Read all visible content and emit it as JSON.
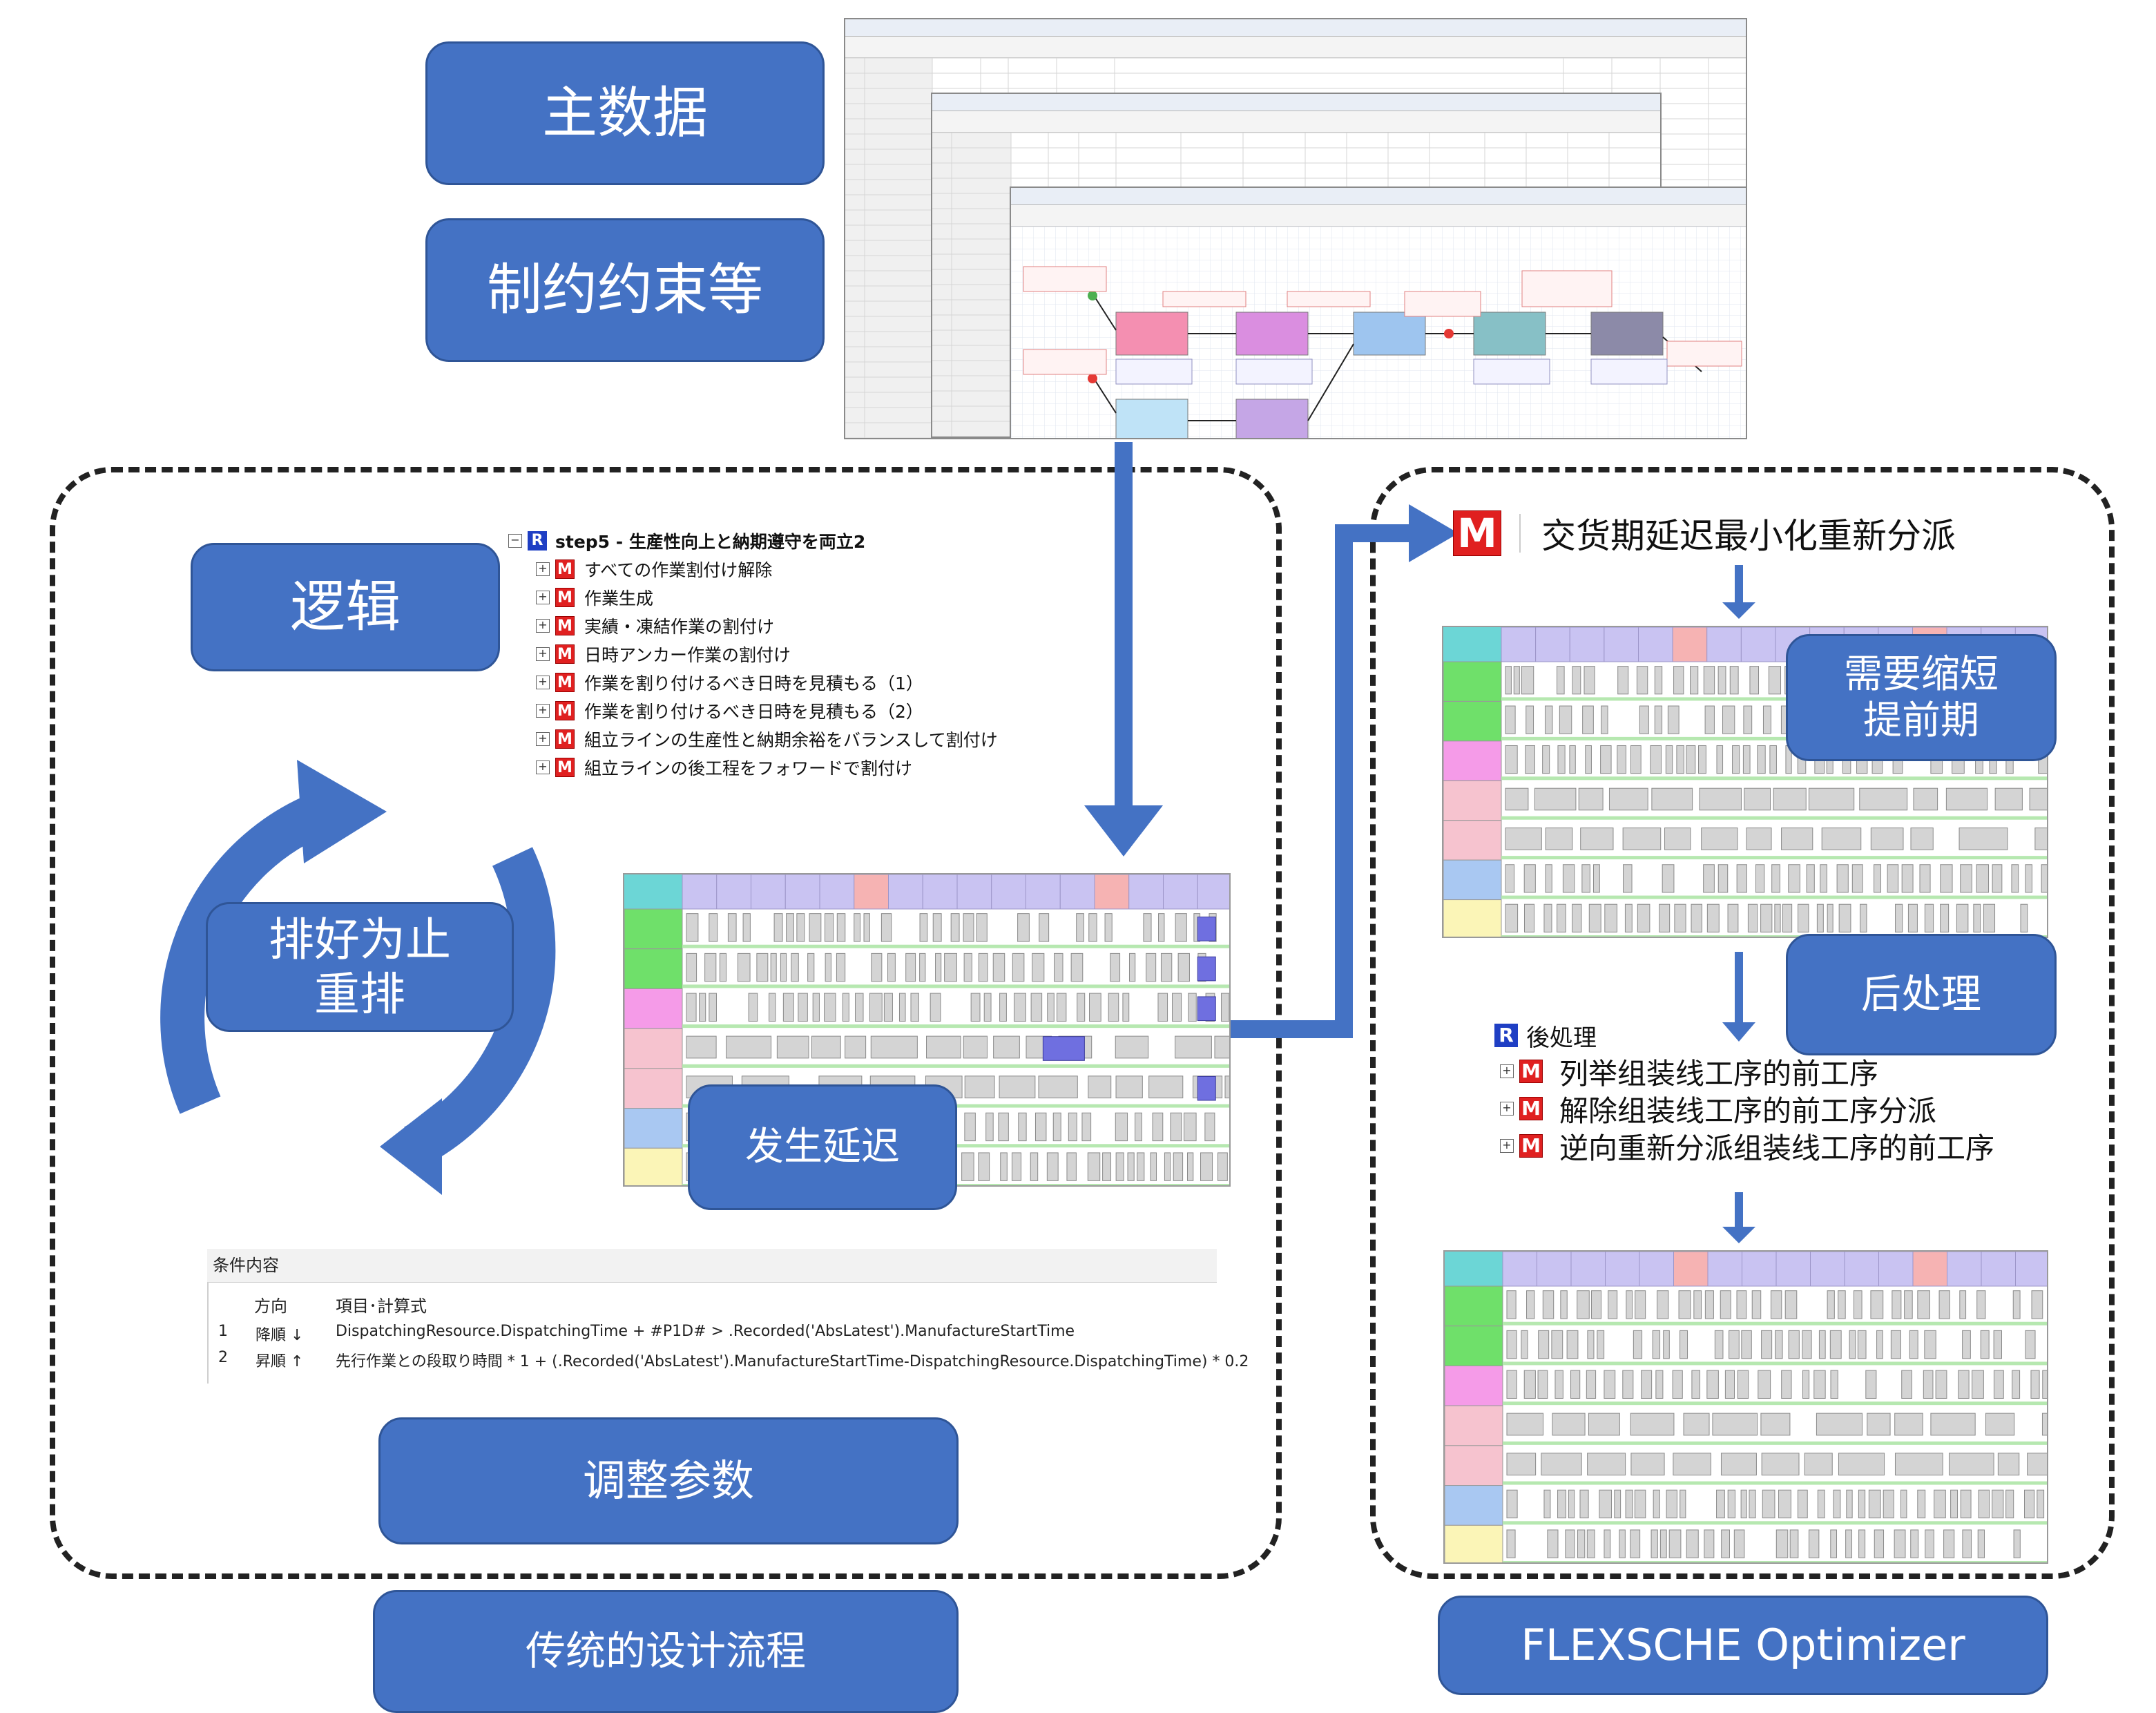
{
  "boxes": {
    "master_data": "主数据",
    "constraints": "制约约束等",
    "logic": "逻辑",
    "reschedule_1": "排好为止",
    "reschedule_2": "重排",
    "delay": "发生延迟",
    "adjust": "调整参数",
    "traditional": "传统的设计流程",
    "shorten_1": "需要缩短",
    "shorten_2": "提前期",
    "post": "后处理",
    "optimizer": "FLEXSCHE Optimizer"
  },
  "right_header": "交货期延迟最小化重新分派",
  "logic_tree": {
    "root": "step5 - 生産性向上と納期遵守を両立2",
    "items": [
      "すべての作業割付け解除",
      "作業生成",
      "実績・凍結作業の割付け",
      "日時アンカー作業の割付け",
      "作業を割り付けるべき日時を見積もる（1）",
      "作業を割り付けるべき日時を見積もる（2）",
      "組立ラインの生産性と納期余裕をバランスして割付け",
      "組立ラインの後工程をフォワードで割付け"
    ]
  },
  "post_tree": {
    "root": "後処理",
    "items": [
      "列举组装线工序的前工序",
      "解除组装线工序的前工序分派",
      "逆向重新分派组装线工序的前工序"
    ]
  },
  "condition": {
    "title": "条件内容",
    "col_direction": "方向",
    "col_formula": "項目･計算式",
    "rows": [
      {
        "no": "1",
        "dir": "降順 ↓",
        "formula": "DispatchingResource.DispatchingTime + #P1D# > .Recorded('AbsLatest').ManufactureStartTime"
      },
      {
        "no": "2",
        "dir": "昇順 ↑",
        "formula": "先行作業との段取り時間 * 1 + (.Recorded('AbsLatest').ManufactureStartTime-DispatchingResource.DispatchingTime) * 0.2"
      }
    ]
  },
  "colors": {
    "box_fill": "#4472C4",
    "box_border": "#2F5597",
    "arrow": "#4472C4",
    "badge_m": "#E02020",
    "badge_r": "#1F3FC4"
  }
}
